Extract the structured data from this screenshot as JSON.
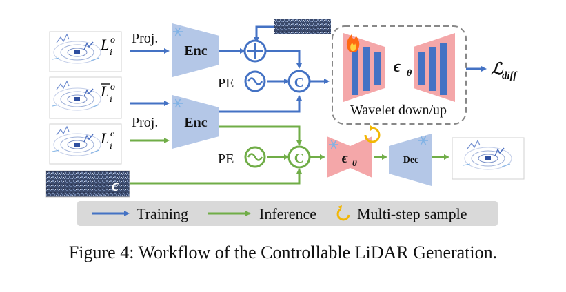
{
  "colors": {
    "training": "#4472C4",
    "inference": "#70AD47",
    "encoder_fill": "#B4C7E7",
    "diffusion_fill": "#F4A7A9",
    "unet_block": "#4472C4",
    "legend_bg": "#D9D9D9",
    "multistep": "#F2B705",
    "snowflake": "#7FB2E5",
    "dashed_border": "#888888"
  },
  "inputs": {
    "lio": {
      "main": "L",
      "sub": "i",
      "sup": "o"
    },
    "lio_bar": {
      "main": "L",
      "sub": "i",
      "sup": "o"
    },
    "lie": {
      "main": "L",
      "sub": "i",
      "sup": "e"
    },
    "noise": "ϵ"
  },
  "labels": {
    "proj_top": "Proj.",
    "proj_bottom": "Proj.",
    "enc_top": "Enc",
    "enc_bottom": "Enc",
    "pe_top": "PE",
    "pe_bottom": "PE",
    "concat": "C",
    "unet_symbol": "ϵ",
    "unet_sub": "θ",
    "wavelet": "Wavelet down/up",
    "loss_main": "ℒ",
    "loss_sub": "diff",
    "eps_small": "ϵ",
    "eps_small_sub": "θ",
    "dec": "Dec"
  },
  "legend": {
    "training": "Training",
    "inference": "Inference",
    "multistep": "Multi-step sample"
  },
  "icons": {
    "frozen": "snowflake-icon",
    "trainable": "fire-icon",
    "multistep": "loop-arrow-icon",
    "pe": "sine-wave-icon",
    "add": "plus-circle-icon",
    "concat": "concat-circle-icon"
  },
  "caption": "Figure 4: Workflow of the Controllable LiDAR Generation."
}
